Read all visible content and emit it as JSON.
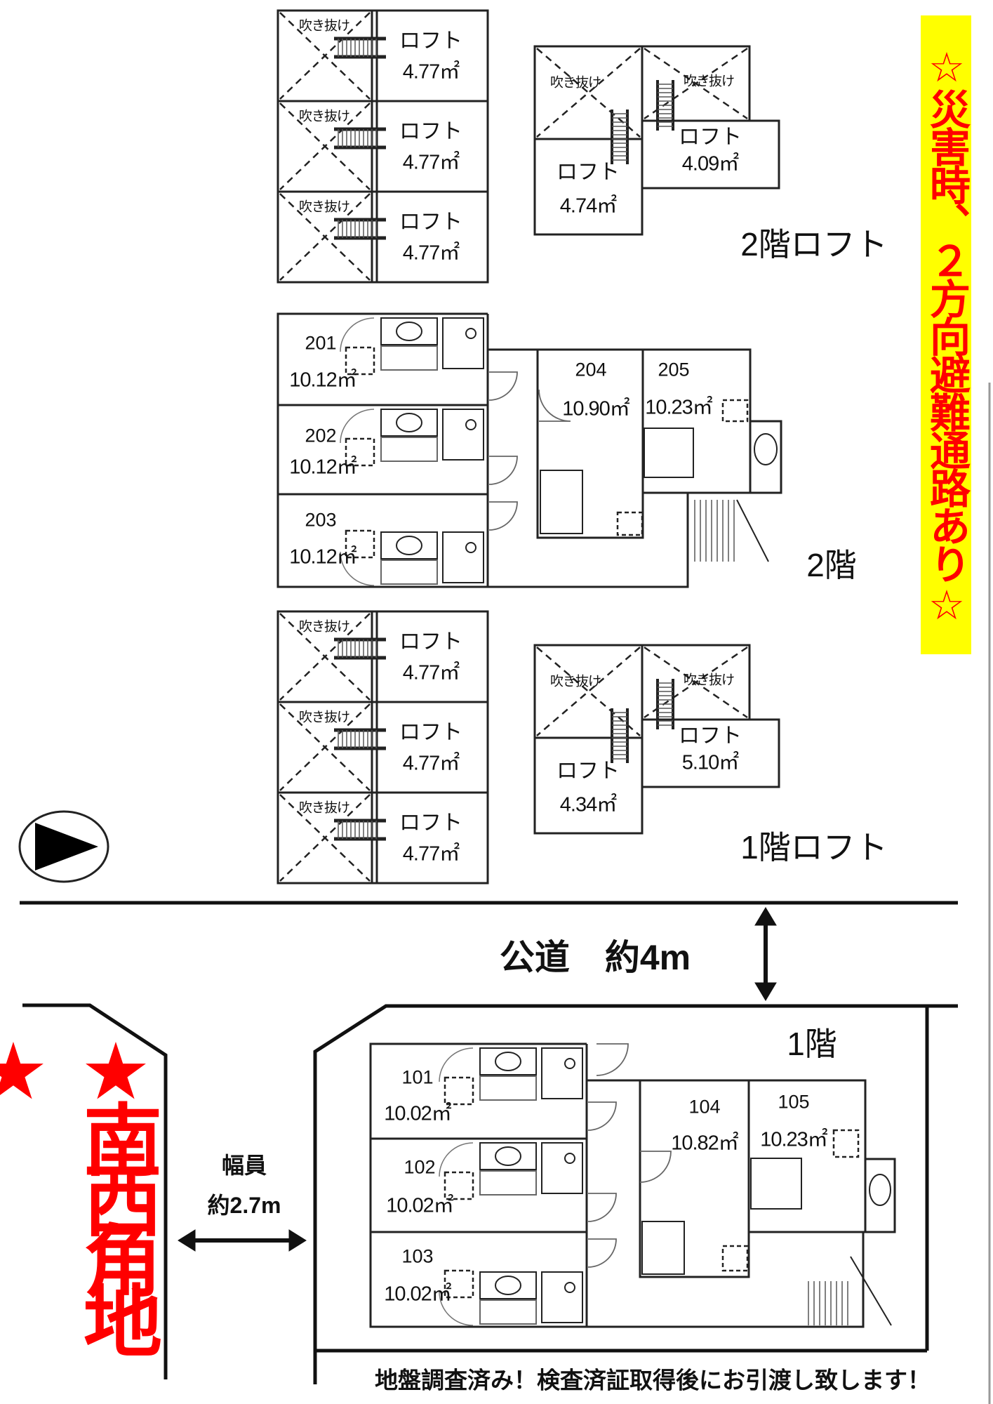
{
  "loft_2f": {
    "label": "2階ロフト",
    "fukinuke": "吹き抜け",
    "loft": "ロフト",
    "left_areas": [
      "4.77㎡",
      "4.77㎡",
      "4.77㎡"
    ],
    "right_areas": [
      "4.74㎡",
      "4.09㎡"
    ]
  },
  "floor_2f": {
    "label": "2階",
    "units": [
      {
        "no": "201",
        "area": "10.12㎡"
      },
      {
        "no": "202",
        "area": "10.12㎡"
      },
      {
        "no": "203",
        "area": "10.12㎡"
      },
      {
        "no": "204",
        "area": "10.90㎡"
      },
      {
        "no": "205",
        "area": "10.23㎡"
      }
    ]
  },
  "loft_1f": {
    "label": "1階ロフト",
    "fukinuke": "吹き抜け",
    "loft": "ロフト",
    "left_areas": [
      "4.77㎡",
      "4.77㎡",
      "4.77㎡"
    ],
    "right_areas": [
      "4.34㎡",
      "5.10㎡"
    ]
  },
  "floor_1f": {
    "label": "1階",
    "units": [
      {
        "no": "101",
        "area": "10.02㎡"
      },
      {
        "no": "102",
        "area": "10.02㎡"
      },
      {
        "no": "103",
        "area": "10.02㎡"
      },
      {
        "no": "104",
        "area": "10.82㎡"
      },
      {
        "no": "105",
        "area": "10.23㎡"
      }
    ]
  },
  "banner": "☆災害時、２方向避難通路あり☆",
  "road": "公道　約4m",
  "side_road": {
    "line1": "幅員",
    "line2": "約2.7m"
  },
  "corner": "★南西角地★",
  "footer": "地盤調査済み！検査済証取得後にお引渡し致します！",
  "colors": {
    "banner_bg": "#ffff00",
    "accent_red": "#ff0000"
  },
  "icons": {
    "compass": "north-arrow-icon"
  }
}
